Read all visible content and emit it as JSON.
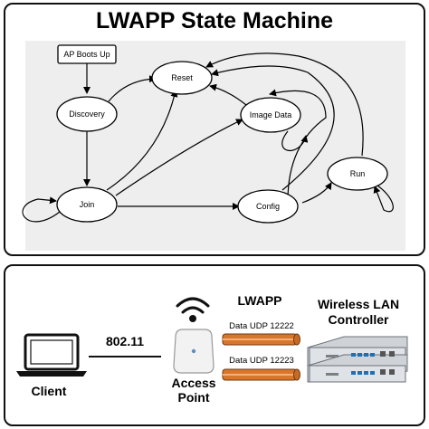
{
  "title": "LWAPP State Machine",
  "states": {
    "ap_boots_up": "AP Boots Up",
    "reset": "Reset",
    "discovery": "Discovery",
    "image_data": "Image Data",
    "join": "Join",
    "config": "Config",
    "run": "Run"
  },
  "network": {
    "client_label": "Client",
    "link_label": "802.11",
    "ap_label_line1": "Access",
    "ap_label_line2": "Point",
    "protocol_label": "LWAPP",
    "tunnel1_label": "Data UDP 12222",
    "tunnel2_label": "Data UDP 12223",
    "controller_label_line1": "Wireless LAN",
    "controller_label_line2": "Controller"
  },
  "colors": {
    "tunnel": "#d9762a",
    "panel_border": "#111111",
    "diagram_bg": "#eeeeee"
  }
}
